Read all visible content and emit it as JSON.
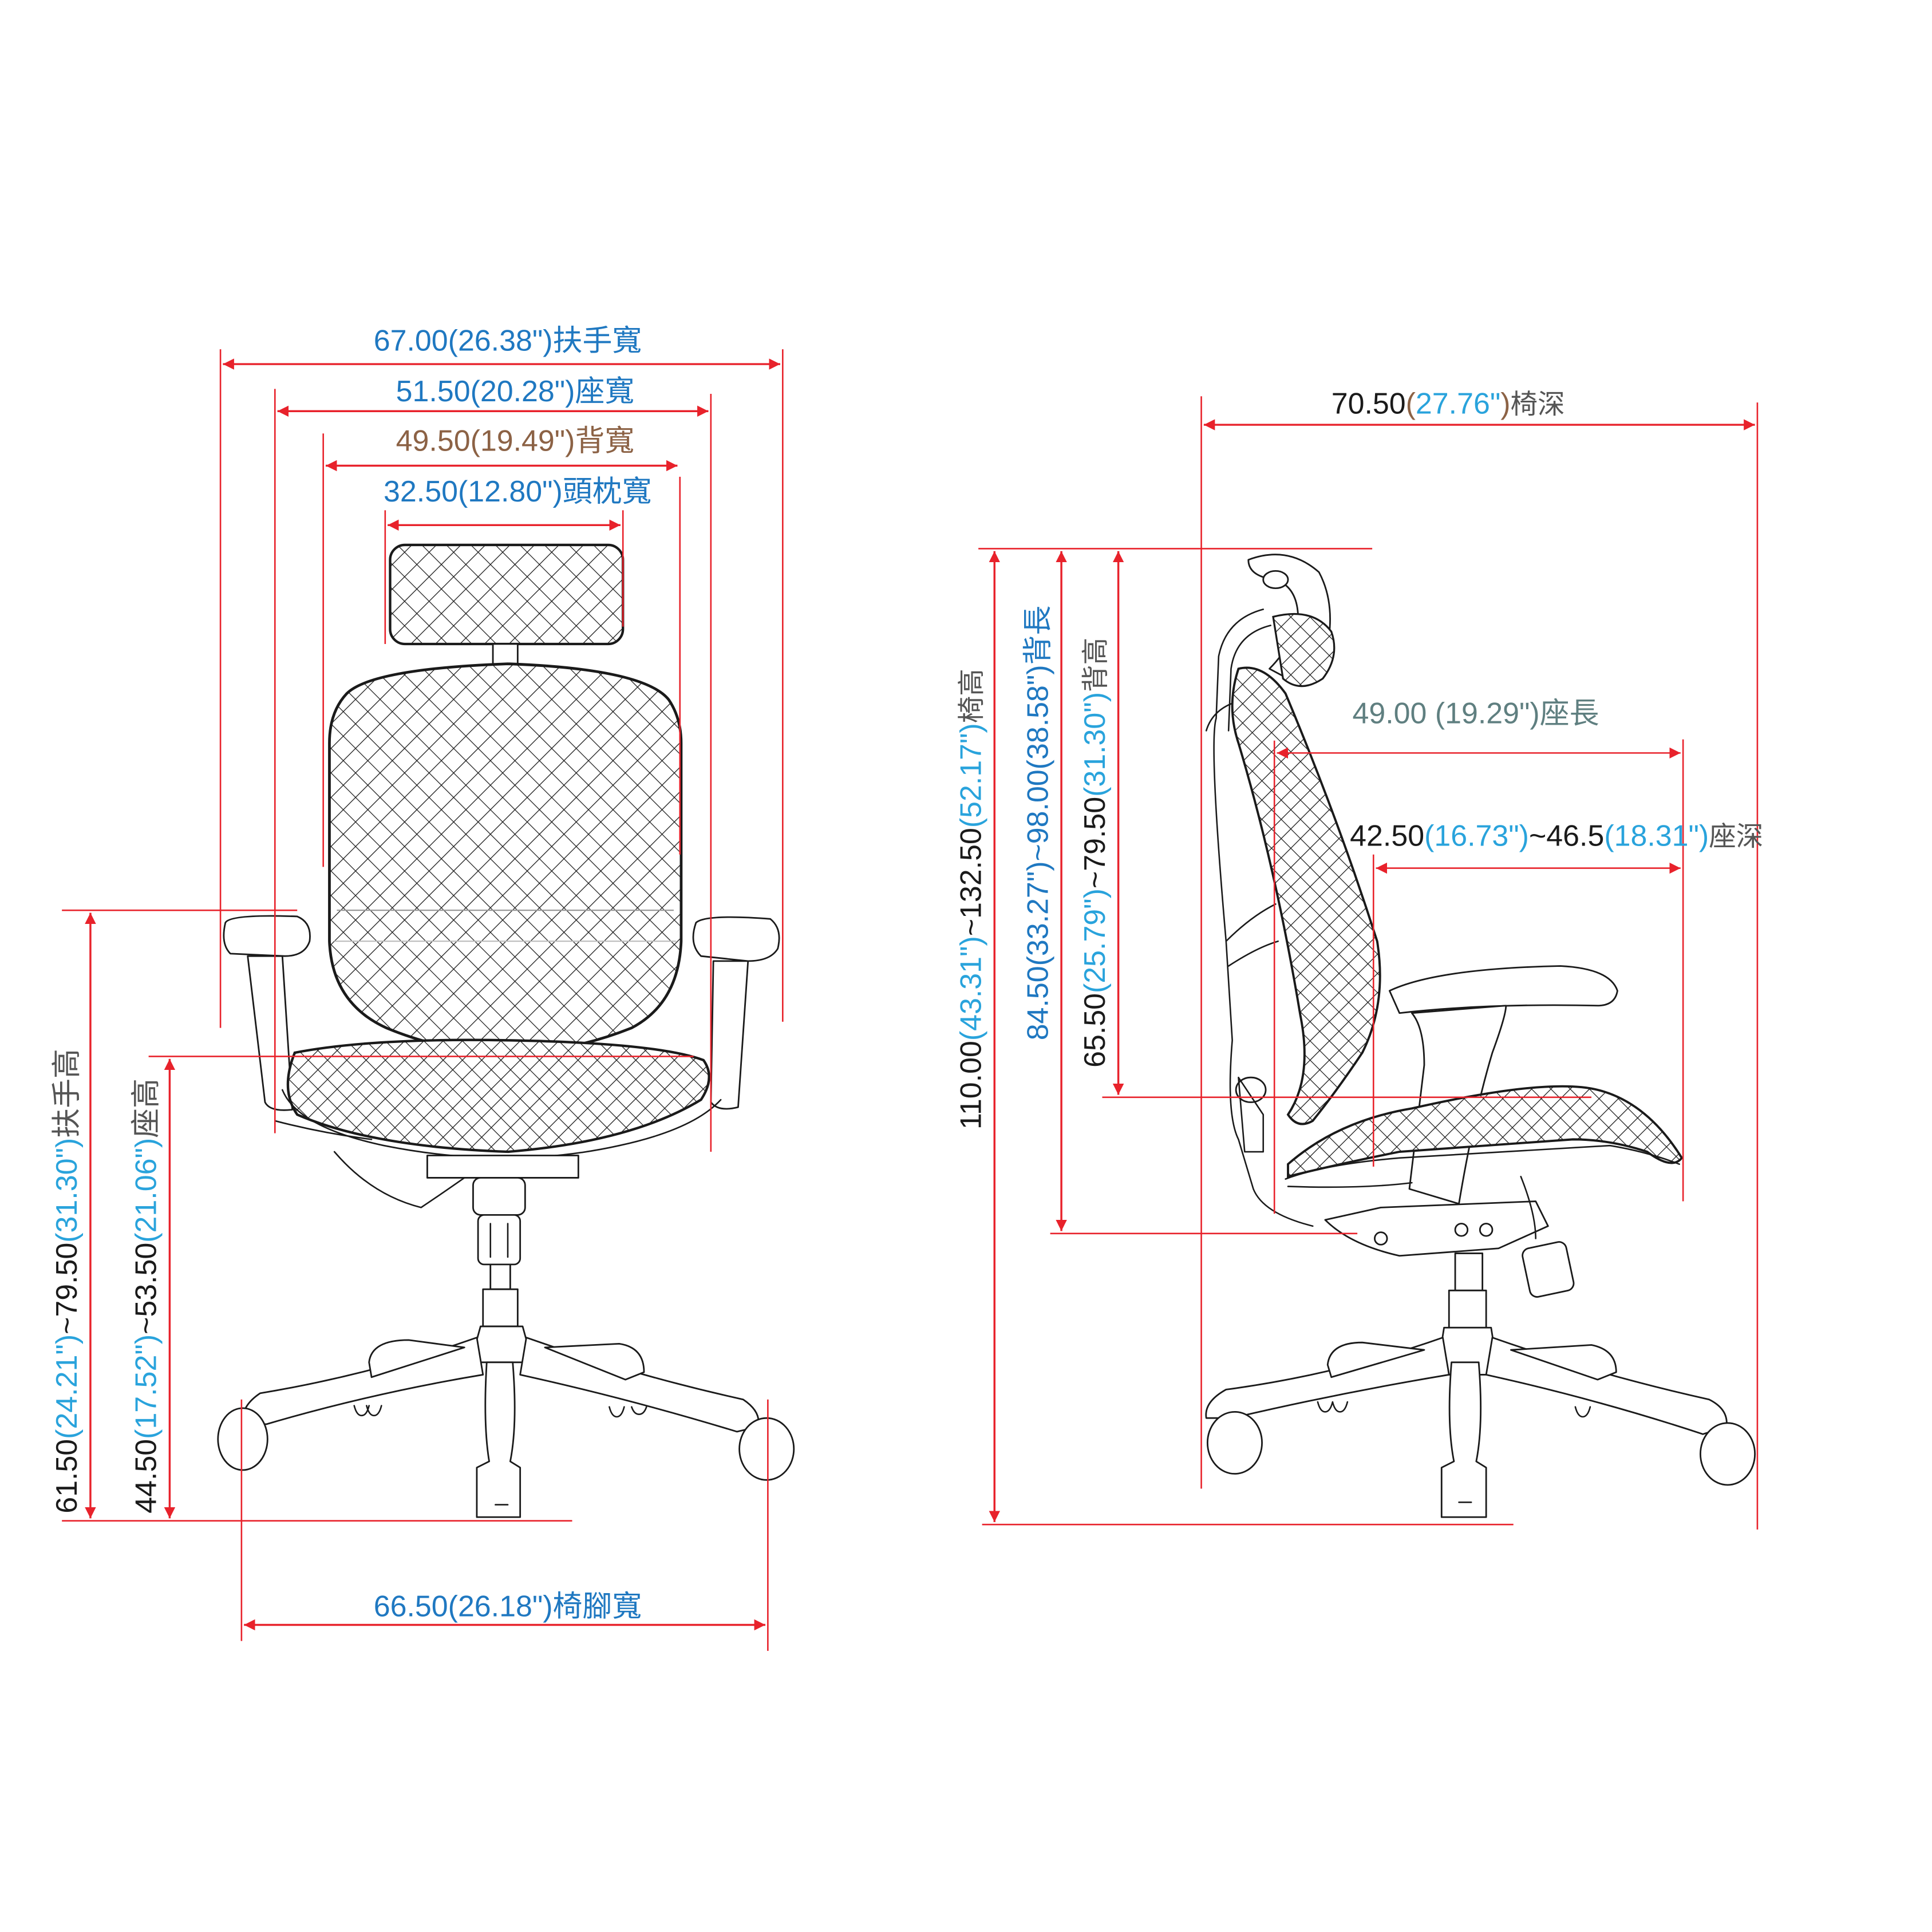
{
  "colors": {
    "dimension_line": "#e8222b",
    "label_blue": "#1f78c1",
    "label_cyan": "#29a3dc",
    "label_brown": "#8c6245",
    "label_black": "#1a1a1a",
    "label_gray": "#555555",
    "label_teal_gray": "#5f7f80",
    "drawing_ink": "#1a1a1a"
  },
  "front_view": {
    "armrest_width": {
      "cm": "67.00",
      "inch": "(26.38\")",
      "name": "扶手寬"
    },
    "seat_width": {
      "cm": "51.50",
      "inch": "(20.28\")",
      "name": "座寬"
    },
    "back_width": {
      "cm": "49.50",
      "inch": "(19.49\")",
      "name": "背寬"
    },
    "headrest_width": {
      "cm": "32.50",
      "inch": "(12.80\")",
      "name": "頭枕寬"
    },
    "base_width": {
      "cm": "66.50",
      "inch": "(26.18\")",
      "name": "椅腳寬"
    },
    "armrest_height": {
      "min_cm": "61.50",
      "min_inch": "(24.21\")",
      "sep": "~",
      "max_cm": "79.50",
      "max_inch": "(31.30\")",
      "name": "扶手高"
    },
    "seat_height": {
      "min_cm": "44.50",
      "min_inch": "(17.52\")",
      "sep": "~",
      "max_cm": "53.50",
      "max_inch": "(21.06\")",
      "name": "座高"
    }
  },
  "side_view": {
    "chair_depth": {
      "cm": "70.50",
      "open": "(",
      "inch": "27.76\"",
      "close": ")",
      "name": "椅深"
    },
    "seat_length": {
      "text": "49.00 (19.29\")",
      "name": "座長"
    },
    "seat_depth": {
      "min_cm": "42.50",
      "min_inch": "(16.73\")",
      "sep": "~",
      "max_cm": "46.5",
      "max_inch": "(18.31\")",
      "name": "座深"
    },
    "chair_height": {
      "min_cm": "110.00",
      "min_inch": "(43.31\")",
      "sep": "~",
      "max_cm": "132.50",
      "max_inch": "(52.17\")",
      "name": "椅高"
    },
    "back_length": {
      "text": "84.50(33.27\")~98.00(38.58\")",
      "name": "背長"
    },
    "back_height": {
      "min_cm": "65.50",
      "min_inch": "(25.79\")",
      "sep": "~",
      "max_cm": "79.50",
      "max_inch": "(31.30\")",
      "name": "背高"
    }
  }
}
